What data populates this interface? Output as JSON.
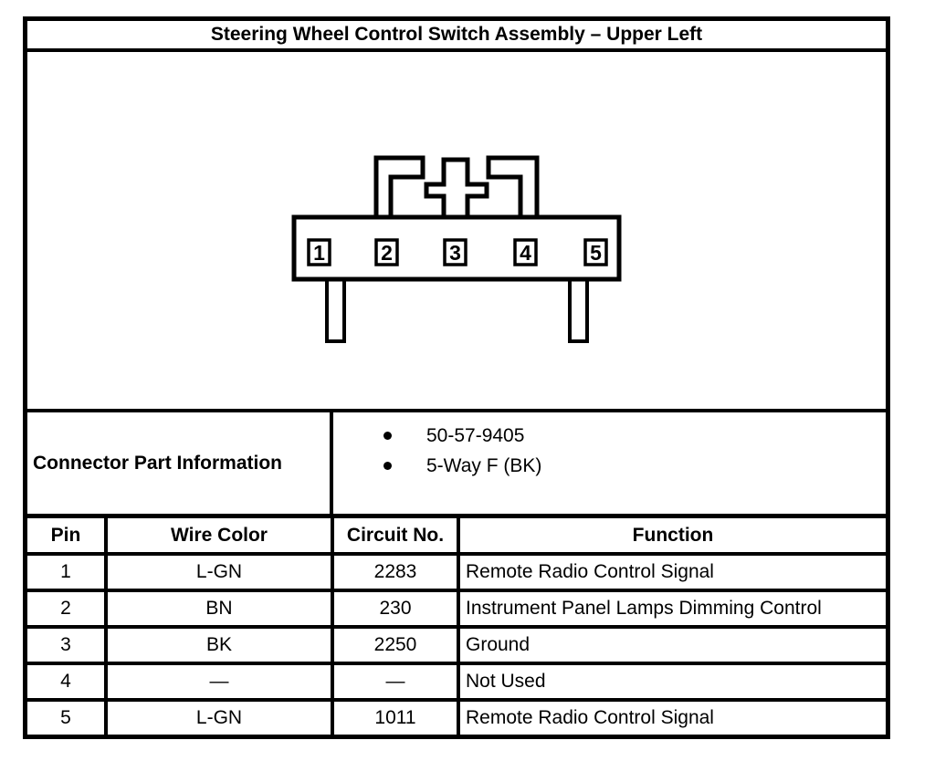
{
  "title": "Steering Wheel Control Switch Assembly – Upper Left",
  "part_info": {
    "label": "Connector Part Information",
    "bullets": [
      "50-57-9405",
      "5-Way F (BK)"
    ]
  },
  "drawing": {
    "description": "5-way connector face view, keyed top, two mounting legs",
    "pins": [
      "1",
      "2",
      "3",
      "4",
      "5"
    ]
  },
  "table": {
    "headers": [
      "Pin",
      "Wire Color",
      "Circuit No.",
      "Function"
    ],
    "rows": [
      [
        "1",
        "L-GN",
        "2283",
        "Remote Radio Control Signal"
      ],
      [
        "2",
        "BN",
        "230",
        "Instrument Panel Lamps Dimming Control"
      ],
      [
        "3",
        "BK",
        "2250",
        "Ground"
      ],
      [
        "4",
        "—",
        "—",
        "Not Used"
      ],
      [
        "5",
        "L-GN",
        "1011",
        "Remote Radio Control Signal"
      ]
    ]
  },
  "colors": {
    "line": "#000000",
    "background": "#ffffff"
  }
}
